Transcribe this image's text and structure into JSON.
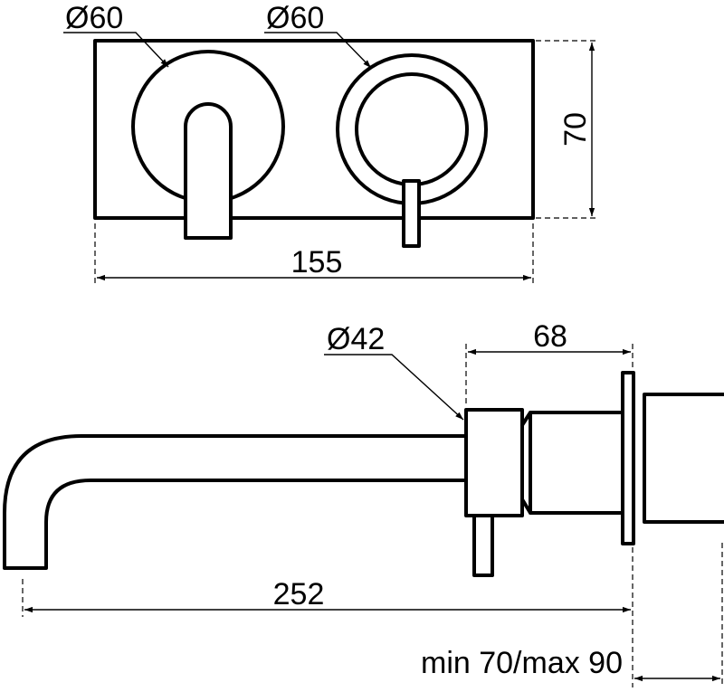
{
  "front_view": {
    "diameter_left": "Ø60",
    "diameter_right": "Ø60",
    "height": "70",
    "width": "155"
  },
  "side_view": {
    "diameter": "Ø42",
    "body_depth": "68",
    "spout_length": "252",
    "wall_depth": "min 70/max 90"
  }
}
